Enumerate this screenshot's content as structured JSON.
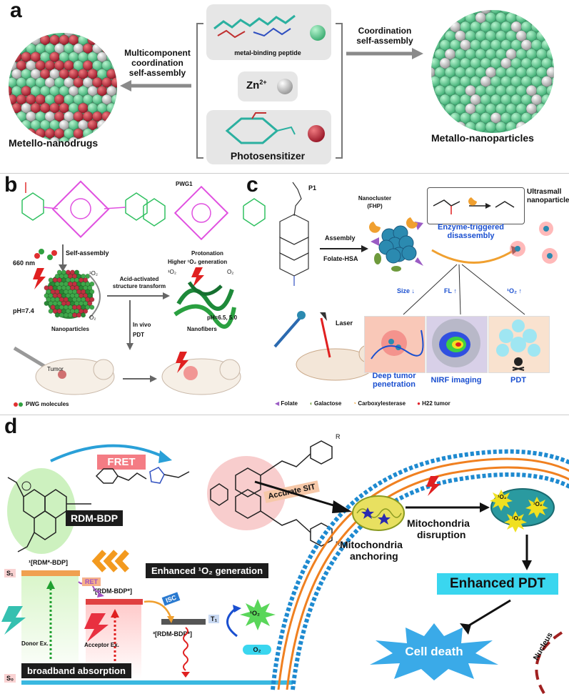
{
  "panel_a": {
    "label": "a",
    "peptide_label": "metal-binding peptide",
    "zn_label": "Zn",
    "zn_sup": "2+",
    "ps_label": "Photosensitizer",
    "left_arrow_text": [
      "Multicomponent",
      "coordination",
      "self-assembly"
    ],
    "right_arrow_text": [
      "Coordination",
      "self-assembly"
    ],
    "left_caption": "Metello-nanodrugs",
    "right_caption": "Metallo-nanoparticles"
  },
  "panel_b": {
    "label": "b",
    "pwg1": "PWG1",
    "self_assembly": "Self-assembly",
    "nm660": "660 nm",
    "ph74": "pH=7.4",
    "nanoparticles": "Nanoparticles",
    "acid_text": [
      "Acid-activated",
      "structure transform"
    ],
    "protonation": "Protonation",
    "higher_o2": "Higher ¹O₂ generation",
    "ph65": "pH=6.5, 5.0",
    "nanofibers": "Nanofibers",
    "invivo": [
      "In vivo",
      "PDT"
    ],
    "tumor": "Tumor",
    "legend": "PWG molecules",
    "o2_labels": [
      "¹O₂",
      "O₂",
      "¹O₂",
      "O₂"
    ]
  },
  "panel_c": {
    "label": "c",
    "p1": "P1",
    "nanocluster": [
      "Nanocluster",
      "(FHP)"
    ],
    "assembly": "Assembly",
    "folate_hsa": "Folate-HSA",
    "enzyme": [
      "Enzyme-triggered",
      "disassembly"
    ],
    "ultrasmall": [
      "Ultrasmall",
      "nanoparticles"
    ],
    "size": "Size",
    "fl": "FL",
    "o2": "¹O₂",
    "laser": "Laser",
    "deep": [
      "Deep tumor",
      "penetration"
    ],
    "nirf": "NIRF imaging",
    "pdt": "PDT",
    "legend": [
      "Folate",
      "Galactose",
      "Carboxylesterase",
      "H22 tumor"
    ],
    "legend_colors": [
      "#9b5cc4",
      "#6e9a3c",
      "#f0a030",
      "#e0202a"
    ]
  },
  "panel_d": {
    "label": "d",
    "fret": "FRET",
    "rdm_bdp": "RDM-BDP",
    "r": "R",
    "enhanced_o2": "Enhanced ¹O₂ generation",
    "s1": "S₁",
    "s0": "S₀",
    "t1": "T₁",
    "state1": "¹[RDM*-BDP]",
    "state2": "¹[RDM-BDP*]",
    "state3": "³[RDM-BDP*]",
    "ret": "RET",
    "isc": "ISC",
    "donor": "Donor Ex.",
    "acceptor": "Acceptor Ex.",
    "broadband": "broadband absorption",
    "singlet_o2": "¹O₂",
    "triplet_o2": "O₂",
    "accurate_sit": "Accurate SIT",
    "mito_disruption": [
      "Mitochondria",
      "disruption"
    ],
    "mito_anchoring": [
      "Mitochondria",
      "anchoring"
    ],
    "enhanced_pdt": "Enhanced PDT",
    "cell_death": "Cell death",
    "nucleus": "Nucleus",
    "o2_burst": "¹O₂"
  },
  "colors": {
    "sphere_green": "#7fe0a8",
    "sphere_red": "#c0283a",
    "arrow_gray": "#8a8a8a",
    "blue_text": "#1a4fd0",
    "cyan_box": "#3ad6ef",
    "fret_box": "#f47c84"
  }
}
